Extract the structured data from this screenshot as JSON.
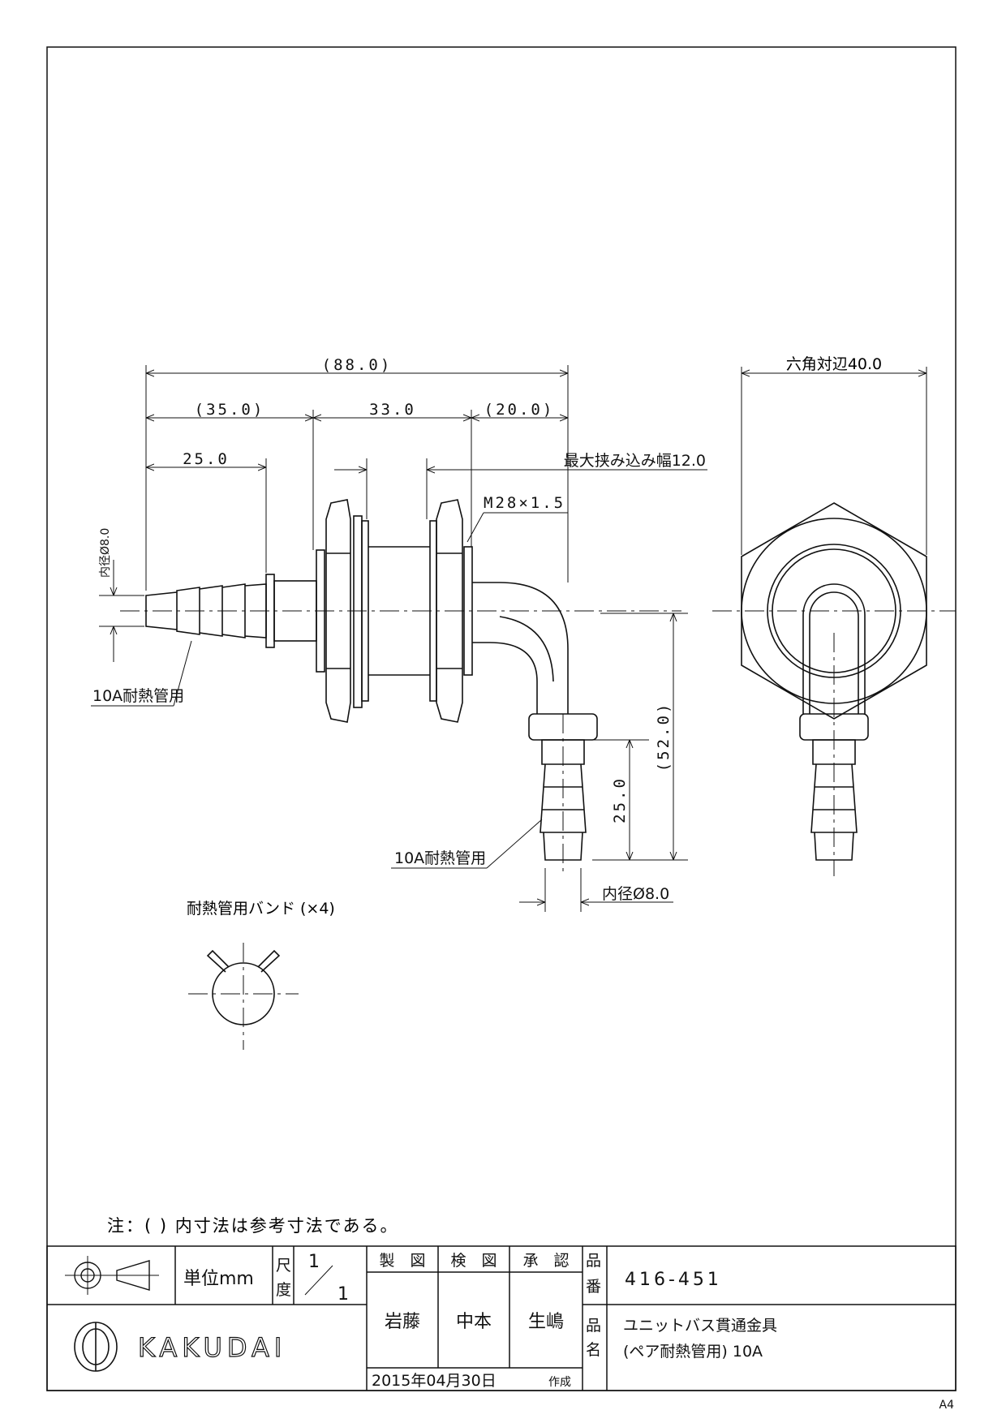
{
  "dimensions": {
    "overall_length": "(88.0)",
    "left_length": "(35.0)",
    "body_length": "33.0",
    "right_length": "(20.0)",
    "nipple_length": "25.0",
    "max_clamp_width": "最大挟み込み幅12.0",
    "thread": "M28×1.5",
    "inner_dia_left": "内径Ø8.0",
    "inner_dia_bottom": "内径Ø8.0",
    "drop_total": "(52.0)",
    "drop_nipple": "25.0",
    "hex_across_flats": "六角対辺40.0"
  },
  "callouts": {
    "hose_left": "10A耐熱管用",
    "hose_bottom": "10A耐熱管用",
    "band": "耐熱管用バンド (×4)"
  },
  "note": "注：( ) 内寸法は参考寸法である。",
  "title_block": {
    "unit": "単位mm",
    "scale_label_1": "尺",
    "scale_label_2": "度",
    "scale_num": "1",
    "scale_den": "1",
    "header_drawn": "製　図",
    "header_checked": "検　図",
    "header_approved": "承　認",
    "drawn_by": "岩藤",
    "checked_by": "中本",
    "approved_by": "生嶋",
    "date": "2015年04月30日",
    "date_suffix": "作成",
    "part_no_label_1": "品",
    "part_no_label_2": "番",
    "part_no": "416-451",
    "part_name_label_1": "品",
    "part_name_label_2": "名",
    "part_name_1": "ユニットバス貫通金具",
    "part_name_2": "(ペア耐熱管用) 10A",
    "brand": "KAKUDAI"
  },
  "sheet_size": "A4"
}
